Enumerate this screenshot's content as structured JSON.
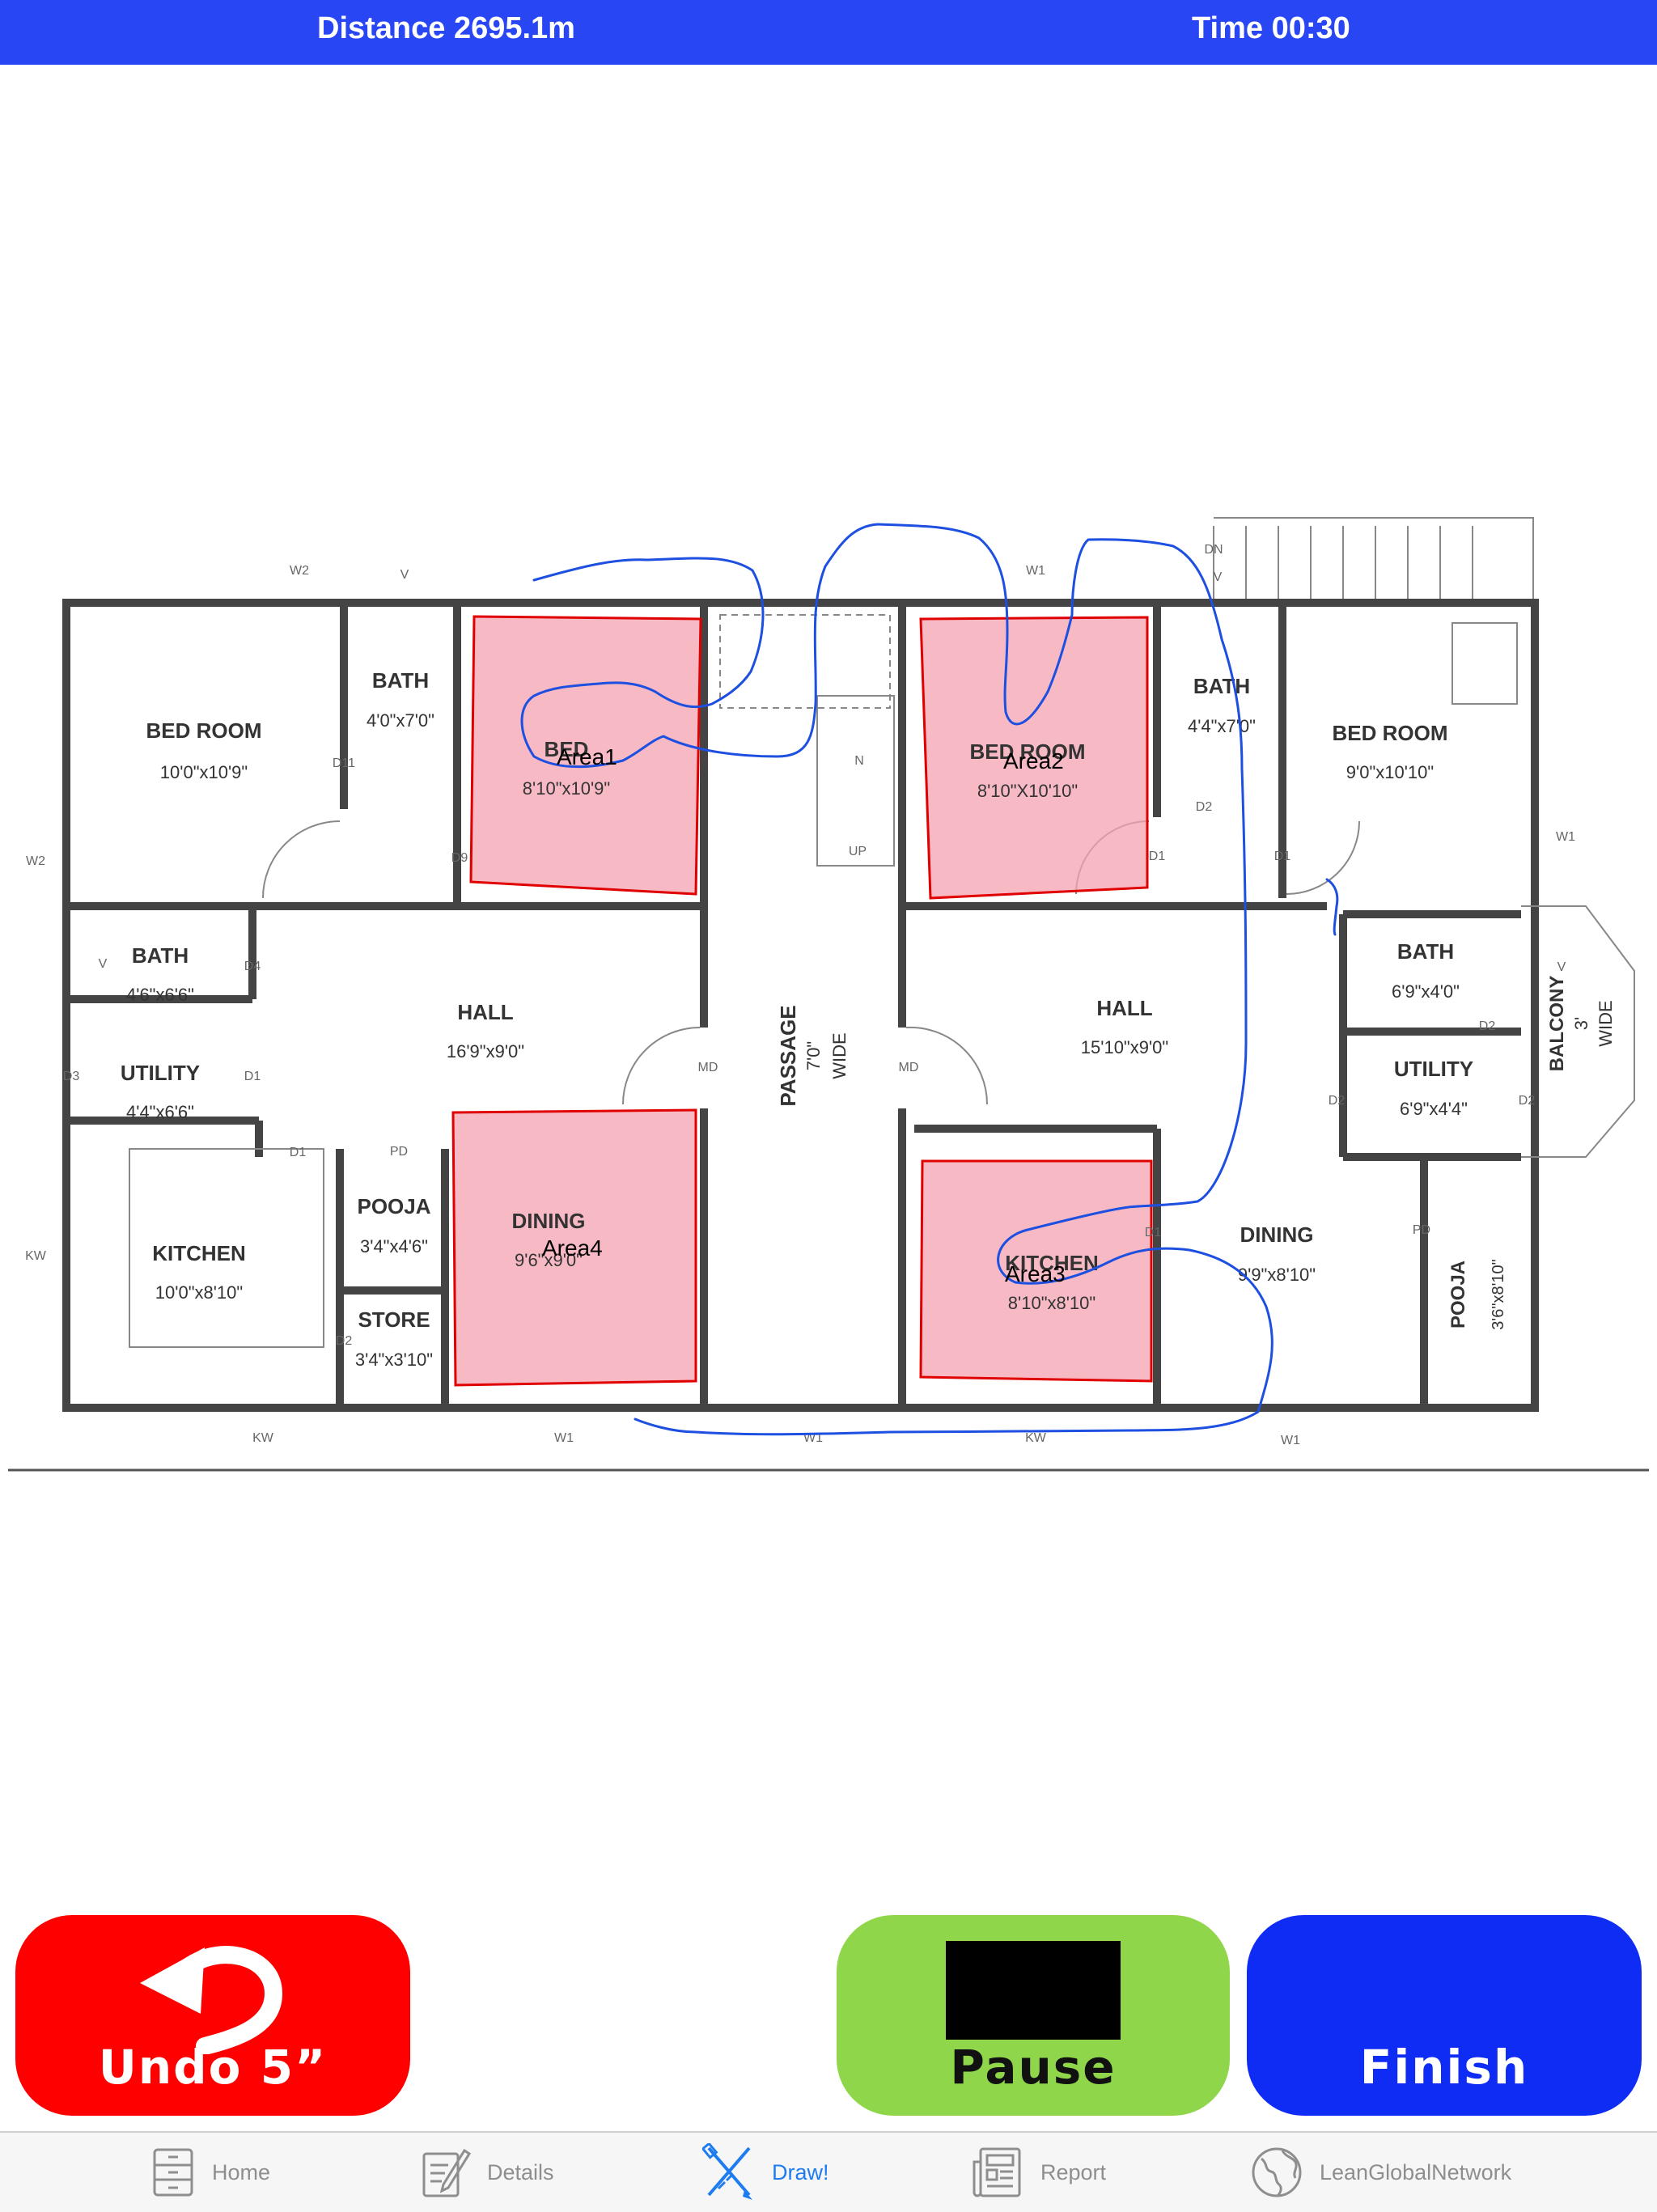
{
  "status": {
    "distance": "Distance 2695.1m",
    "time": "Time 00:30"
  },
  "plan": {
    "areas": [
      "Area1",
      "Area2",
      "Area3",
      "Area4"
    ],
    "rooms": {
      "bed_room_left": "BED ROOM",
      "bed_room_left_dim": "10'0\"x10'9\"",
      "bath_top_left": "BATH",
      "bath_top_left_dim": "4'0\"x7'0\"",
      "bed_mid_left": "BED",
      "bed_mid_left_dim": "8'10\"x10'9\"",
      "bed_room_mid_right": "BED ROOM",
      "bed_room_mid_right_dim": "8'10\"X10'10\"",
      "bath_top_right": "BATH",
      "bath_top_right_dim": "4'4\"x7'0\"",
      "bed_room_right": "BED ROOM",
      "bed_room_right_dim": "9'0\"x10'10\"",
      "bath_left": "BATH",
      "bath_left_dim": "4'6\"x6'6\"",
      "utility_left": "UTILITY",
      "utility_left_dim": "4'4\"x6'6\"",
      "hall_left": "HALL",
      "hall_left_dim": "16'9\"x9'0\"",
      "passage": "PASSAGE",
      "passage_width": "7'0\"",
      "passage_wide": "WIDE",
      "hall_right": "HALL",
      "hall_right_dim": "15'10\"x9'0\"",
      "bath_right": "BATH",
      "bath_right_dim": "6'9\"x4'0\"",
      "utility_right": "UTILITY",
      "utility_right_dim": "6'9\"x4'4\"",
      "balcony": "BALCONY",
      "balcony_width": "3'",
      "balcony_wide": "WIDE",
      "kitchen_left": "KITCHEN",
      "kitchen_left_dim": "10'0\"x8'10\"",
      "pooja_left": "POOJA",
      "pooja_left_dim": "3'4\"x4'6\"",
      "store": "STORE",
      "store_dim": "3'4\"x3'10\"",
      "dining_left": "DINING",
      "dining_left_dim": "9'6\"x9'0\"",
      "kitchen_right": "KITCHEN",
      "kitchen_right_dim": "8'10\"x8'10\"",
      "dining_right": "DINING",
      "dining_right_dim": "9'9\"x8'10\"",
      "pooja_right": "POOJA",
      "pooja_right_dim": "3'6\"x8'10\""
    },
    "tags": {
      "w2_top": "W2",
      "v_top_left": "V",
      "w1_top": "W1",
      "dn": "DN",
      "v_top_right": "V",
      "w2_left": "W2",
      "v_left": "V",
      "kw_left": "KW",
      "w1_right": "W1",
      "v_right": "V",
      "kw_bottom": "KW",
      "w1_bottom_1": "W1",
      "w1_bottom_2": "W1",
      "kw_bottom_2": "KW",
      "w1_bottom_3": "W1",
      "d11": "D11",
      "d9": "D9",
      "d4": "D4",
      "d3": "D3",
      "d1_a": "D1",
      "d1_b": "D1",
      "pd_left": "PD",
      "d2_left": "D2",
      "md_left": "MD",
      "md_right": "MD",
      "up": "UP",
      "n": "N",
      "d2_a": "D2",
      "d1_c": "D1",
      "d1_d": "D1",
      "d2_b": "D2",
      "d2_c": "D2",
      "d2_d": "D2",
      "d1_e": "D1",
      "pd_right": "PD"
    }
  },
  "buttons": {
    "undo": "Undo 5”",
    "pause": "Pause",
    "finish": "Finish"
  },
  "tabs": {
    "home": "Home",
    "details": "Details",
    "draw": "Draw!",
    "report": "Report",
    "network": "LeanGlobalNetwork"
  },
  "colors": {
    "header": "#2946f5",
    "undo": "#ff0000",
    "pause": "#8fd64a",
    "finish": "#0f2cf5",
    "area_fill": "#f4a3b2",
    "area_stroke": "#e00000",
    "path_stroke": "#1d4fe0",
    "tab_active": "#1e7cf0"
  }
}
